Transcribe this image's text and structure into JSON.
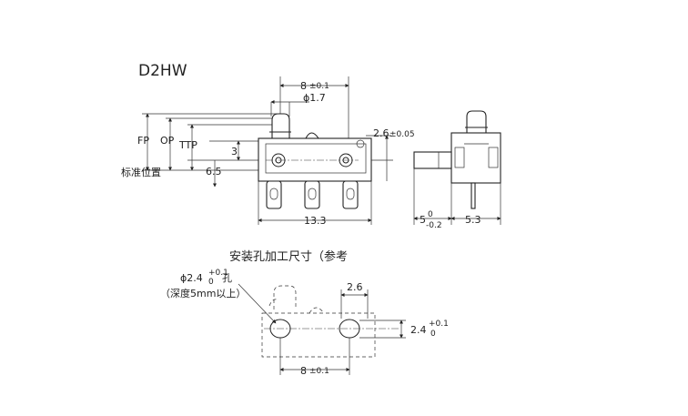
{
  "model": "D2HW",
  "front_view": {
    "dim_pitch": "8",
    "dim_pitch_tol": "±0.1",
    "dim_button_dia": "ϕ1.7",
    "label_fp": "FP",
    "label_op": "OP",
    "label_ttp": "TTP",
    "label_standard_position": "标准位置",
    "dim_3": "3",
    "dim_6_5": "6.5",
    "dim_width": "13.3",
    "dim_right_offset": "2.6",
    "dim_right_offset_tol": "±0.05"
  },
  "side_view": {
    "dim_left": "5",
    "dim_left_tol_upper": "0",
    "dim_left_tol_lower": "-0.2",
    "dim_right": "5.3"
  },
  "mounting": {
    "title": "安装孔加工尺寸（参考",
    "hole_dia": "ϕ2.4",
    "hole_tol_upper": "+0.1",
    "hole_tol_lower": "0",
    "hole_suffix": "孔",
    "depth_note": "（深度5mm以上）",
    "dim_right_offset": "2.6",
    "dim_height": "2.4",
    "dim_height_tol_upper": "+0.1",
    "dim_height_tol_lower": "0",
    "dim_pitch": "8",
    "dim_pitch_tol": "±0.1"
  }
}
